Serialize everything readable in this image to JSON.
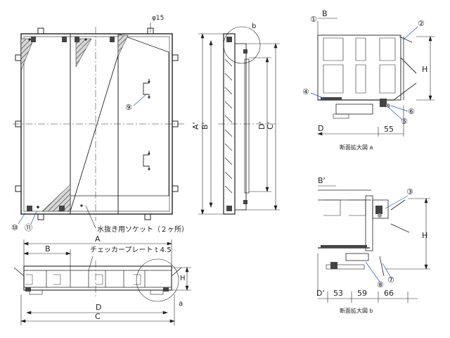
{
  "labels": {
    "A": "A",
    "B": "B",
    "C": "C",
    "D": "D",
    "A_prime": "A'",
    "B_prime": "B'",
    "C_prime": "C'",
    "D_prime": "D'",
    "H": "H",
    "a": "a",
    "b": "b"
  },
  "annotations": {
    "hole": "φ15",
    "drain_socket": "水抜き用ソケット（２ヶ所）",
    "checker_plate": "チェッカープレート t 4.5",
    "detail_a": "断面拡大図 a",
    "detail_b": "断面拡大図 b"
  },
  "part_numbers": [
    "①",
    "②",
    "③",
    "④",
    "⑤",
    "⑥",
    "⑦",
    "⑧",
    "⑨",
    "⑩",
    "⑪"
  ],
  "dimensions": {
    "d55": "55",
    "d53": "53",
    "d59": "59",
    "d66": "66"
  },
  "colors": {
    "line": "#222222",
    "leader": "#1a4fd0",
    "fill_dark": "#444444",
    "fill_mid": "#9a9a9a"
  }
}
